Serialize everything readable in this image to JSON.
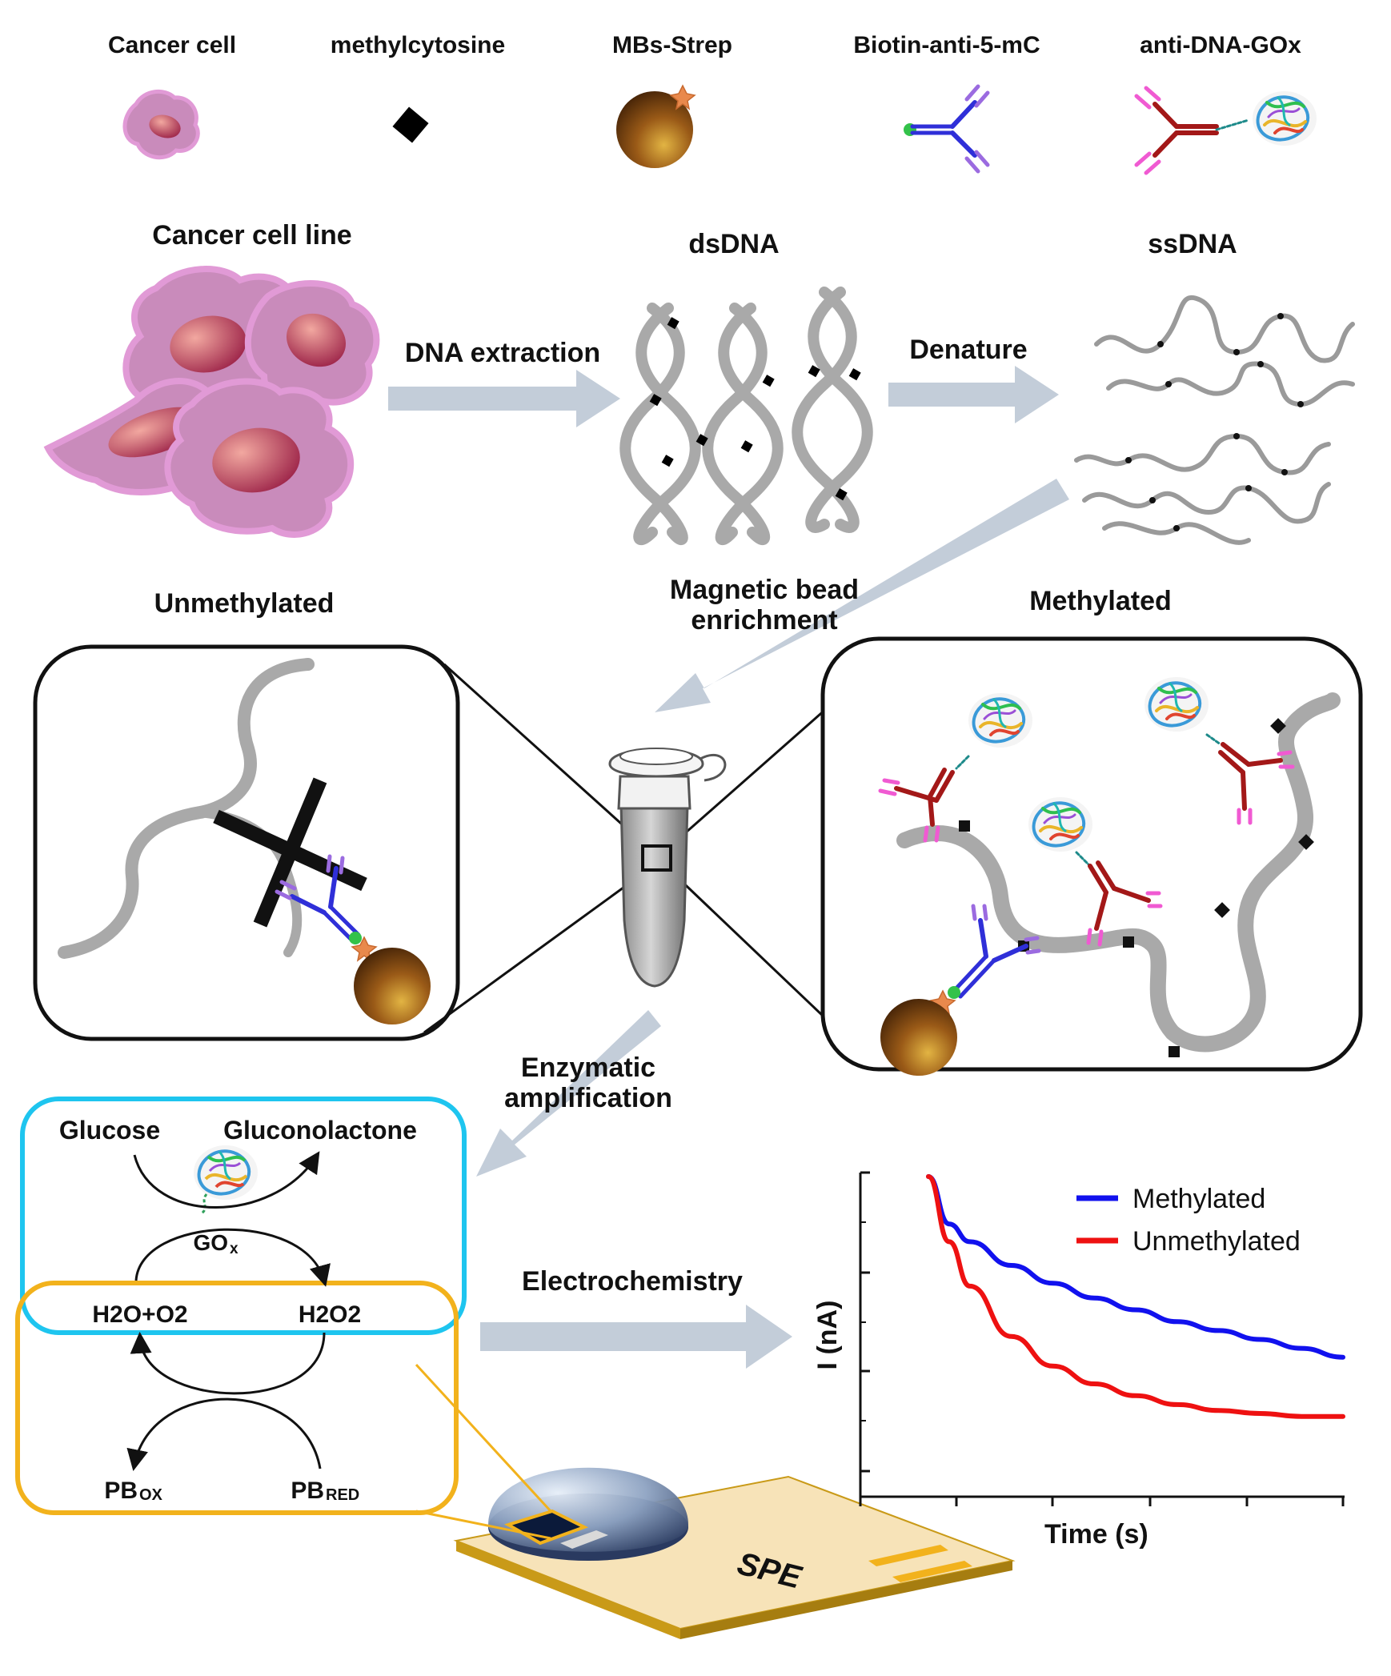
{
  "legend": {
    "cancer_cell": "Cancer cell",
    "methylcytosine": "methylcytosine",
    "mbs_strep": "MBs-Strep",
    "biotin_antibody": "Biotin-anti-5-mC",
    "anti_dna_gox": "anti-DNA-GOx"
  },
  "workflow": {
    "cell_line": "Cancer cell line",
    "dsdna": "dsDNA",
    "ssdna": "ssDNA",
    "step_extraction": "DNA extraction",
    "step_denature": "Denature",
    "step_enrichment_1": "Magnetic bead",
    "step_enrichment_2": "enrichment",
    "unmethylated": "Unmethylated",
    "methylated": "Methylated",
    "step_amplification_1": "Enzymatic",
    "step_amplification_2": "amplification",
    "step_electrochemistry": "Electrochemistry"
  },
  "reaction": {
    "glucose": "Glucose",
    "gluconolactone": "Gluconolactone",
    "gox_main": "GO",
    "gox_sub": "x",
    "h2o_o2": "H2O+O2",
    "h2o2": "H2O2",
    "pbox_main": "PB",
    "pbox_sub": "OX",
    "pbred_main": "PB",
    "pbred_sub": "RED"
  },
  "electrode_label": "SPE",
  "colors": {
    "arrow": "#c3cdd9",
    "cell_fill": "#c98bbb",
    "cell_edge": "#e19ad6",
    "nucleus": "#b0344f",
    "bead": "#7a4410",
    "streptavidin": "#e9894c",
    "biotin_antibody": "#2f2fd8",
    "antibody_tip": "#9b6be0",
    "anti_dna": "#a31818",
    "anti_dna_tip": "#f05ad2",
    "gox_box": "#1ec5ef",
    "pb_box": "#f2b21c",
    "methylated_series": "#1111ee",
    "unmethylated_series": "#ee1111"
  },
  "chart_data": {
    "type": "line",
    "title": "",
    "xlabel": "Time (s)",
    "ylabel": "I (nA)",
    "x_ticks_labeled": false,
    "y_ticks_labeled": false,
    "legend_position": "top-right",
    "series": [
      {
        "name": "Methylated",
        "color": "#1111ee",
        "x": [
          0,
          0.05,
          0.1,
          0.2,
          0.3,
          0.4,
          0.5,
          0.6,
          0.7,
          0.8,
          0.9,
          1.0
        ],
        "y": [
          1.0,
          0.84,
          0.78,
          0.7,
          0.64,
          0.59,
          0.55,
          0.51,
          0.48,
          0.45,
          0.42,
          0.39
        ]
      },
      {
        "name": "Unmethylated",
        "color": "#ee1111",
        "x": [
          0,
          0.05,
          0.1,
          0.2,
          0.3,
          0.4,
          0.5,
          0.6,
          0.7,
          0.8,
          0.9,
          1.0
        ],
        "y": [
          1.0,
          0.78,
          0.63,
          0.46,
          0.36,
          0.3,
          0.26,
          0.23,
          0.21,
          0.2,
          0.19,
          0.19
        ]
      }
    ]
  }
}
